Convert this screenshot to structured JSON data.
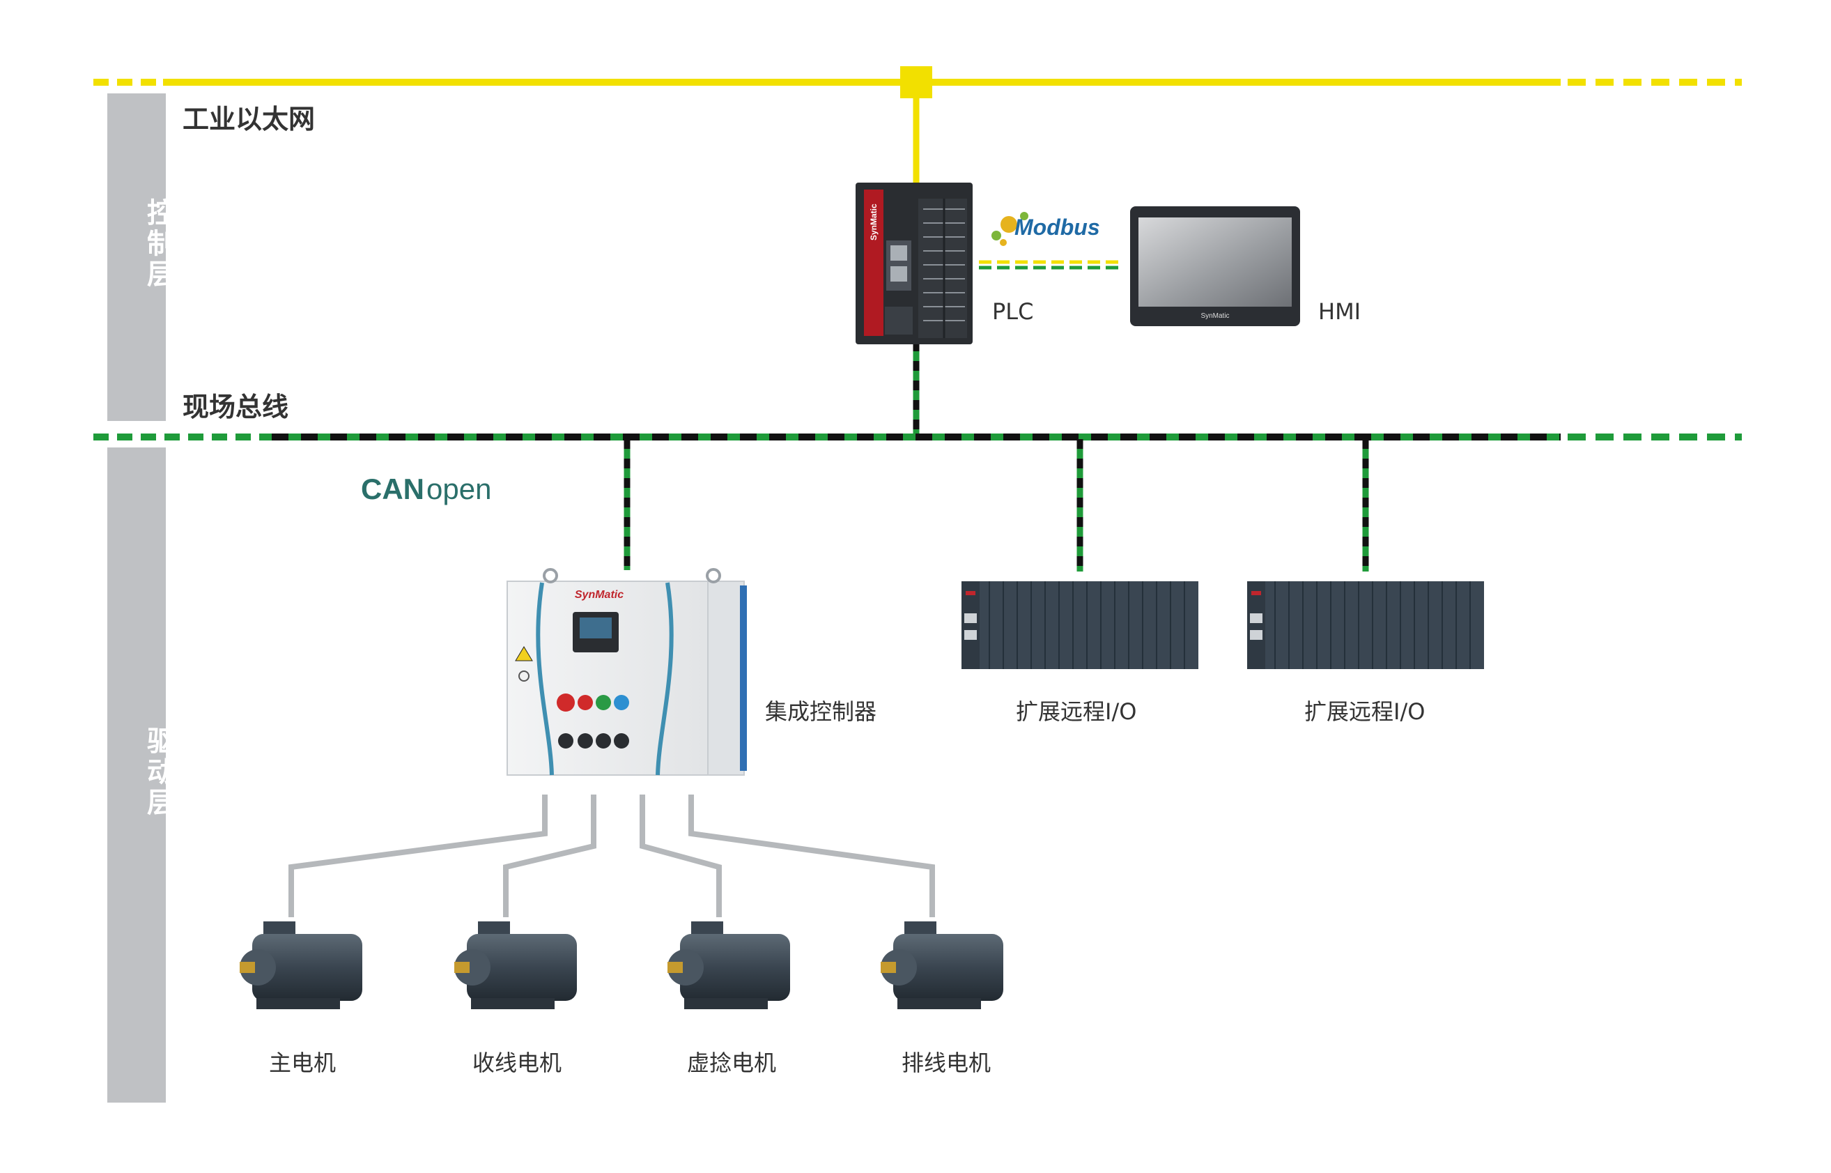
{
  "layers": {
    "control": "控制层",
    "drive": "驱动层"
  },
  "buses": {
    "ethernet": "工业以太网",
    "fieldbus": "现场总线"
  },
  "protocols": {
    "modbus": "Modbus",
    "canopen_can": "CAN",
    "canopen_open": "open"
  },
  "devices": {
    "plc": "PLC",
    "hmi": "HMI",
    "controller": "集成控制器",
    "remote_io_1": "扩展远程I/O",
    "remote_io_2": "扩展远程I/O",
    "plc_brand": "SynMatic",
    "controller_brand": "SynMatic",
    "hmi_brand": "SynMatic"
  },
  "motors": [
    {
      "label": "主电机"
    },
    {
      "label": "收线电机"
    },
    {
      "label": "虚捻电机"
    },
    {
      "label": "排线电机"
    }
  ],
  "colors": {
    "ethernet": "#f2e000",
    "fieldbus_green": "#1f9b3a",
    "fieldbus_black": "#111111",
    "sidebar": "#bfc1c4",
    "cable": "#b5b8bb",
    "canopen": "#2a6f6a"
  }
}
